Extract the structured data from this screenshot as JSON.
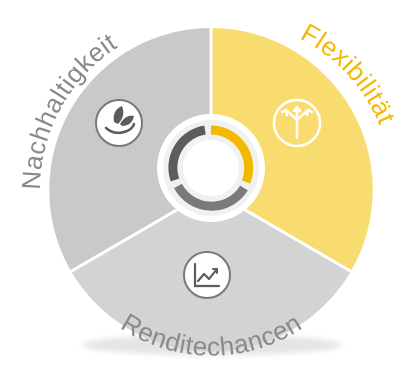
{
  "segments": [
    {
      "id": "flexibility",
      "label": "Flexibilität",
      "icon": "arrows-split-icon",
      "color": "#f9dc6f",
      "label_color": "#f3b800"
    },
    {
      "id": "returns",
      "label": "Renditechancen",
      "icon": "line-chart-icon",
      "color": "#d0d0d0",
      "label_color": "#8a8a8a"
    },
    {
      "id": "sustainability",
      "label": "Nachhaltigkeit",
      "icon": "leaf-hand-icon",
      "color": "#c9c9c9",
      "label_color": "#8a8a8a"
    }
  ],
  "colors": {
    "accent": "#f3b800",
    "ring_gray": "#7a7a7a",
    "center_fill": "#ffffff"
  }
}
